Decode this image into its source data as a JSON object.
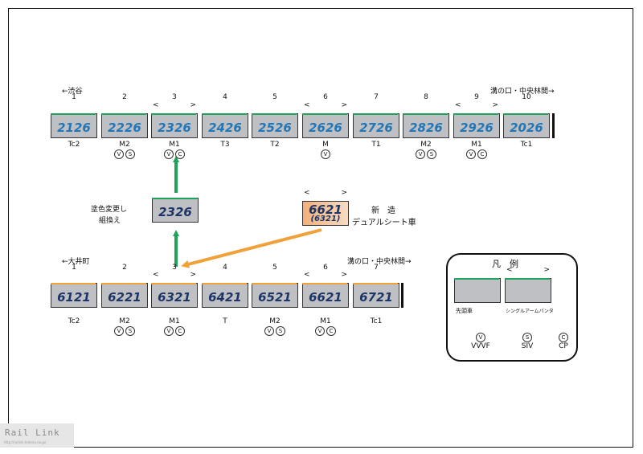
{
  "top": {
    "dir_left": "←渋谷",
    "dir_right": "溝の口・中央林間→",
    "cars": [
      {
        "pos": "1",
        "num": "2126",
        "type": "Tc2",
        "eq": [],
        "pan": false
      },
      {
        "pos": "2",
        "num": "2226",
        "type": "M2",
        "eq": [
          "V",
          "S"
        ],
        "pan": false
      },
      {
        "pos": "3",
        "num": "2326",
        "type": "M1",
        "eq": [
          "V",
          "C"
        ],
        "pan": true
      },
      {
        "pos": "4",
        "num": "2426",
        "type": "T3",
        "eq": [],
        "pan": false
      },
      {
        "pos": "5",
        "num": "2526",
        "type": "T2",
        "eq": [],
        "pan": false
      },
      {
        "pos": "6",
        "num": "2626",
        "type": "M",
        "eq": [
          "V"
        ],
        "pan": true
      },
      {
        "pos": "7",
        "num": "2726",
        "type": "T1",
        "eq": [],
        "pan": false
      },
      {
        "pos": "8",
        "num": "2826",
        "type": "M2",
        "eq": [
          "V",
          "S"
        ],
        "pan": false
      },
      {
        "pos": "9",
        "num": "2926",
        "type": "M1",
        "eq": [
          "V",
          "C"
        ],
        "pan": true
      },
      {
        "pos": "10",
        "num": "2026",
        "type": "Tc1",
        "eq": [],
        "pan": false
      }
    ]
  },
  "bottom": {
    "dir_left": "←大井町",
    "dir_right": "溝の口・中央林間→",
    "cars": [
      {
        "pos": "1",
        "num": "6121",
        "type": "Tc2",
        "eq": [],
        "pan": false
      },
      {
        "pos": "2",
        "num": "6221",
        "type": "M2",
        "eq": [
          "V",
          "S"
        ],
        "pan": false
      },
      {
        "pos": "3",
        "num": "6321",
        "type": "M1",
        "eq": [
          "V",
          "C"
        ],
        "pan": true
      },
      {
        "pos": "4",
        "num": "6421",
        "type": "T",
        "eq": [],
        "pan": false
      },
      {
        "pos": "5",
        "num": "6521",
        "type": "M2",
        "eq": [
          "V",
          "S"
        ],
        "pan": false
      },
      {
        "pos": "6",
        "num": "6621",
        "type": "M1",
        "eq": [
          "V",
          "C"
        ],
        "pan": true
      },
      {
        "pos": "7",
        "num": "6721",
        "type": "Tc1",
        "eq": [],
        "pan": false
      }
    ]
  },
  "middle": {
    "repaint_label1": "塗色変更し",
    "repaint_label2": "組換え",
    "repaint_num": "2326",
    "new_num": "6621",
    "new_sub": "(6321)",
    "new_label1": "新　造",
    "new_label2": "デュアルシート車"
  },
  "legend": {
    "title": "凡　例",
    "lead_car": "先頭車",
    "pantograph": "シングルアームパンタ",
    "vvvf": "VVVF",
    "siv": "SIV",
    "cp": "CP"
  },
  "symbols": {
    "V": "V",
    "S": "S",
    "C": "C"
  },
  "watermark": {
    "brand": "Rail Link",
    "url": "http://railink.hatena.ne.jp/"
  },
  "colors": {
    "green": "#1fa35a",
    "orange": "#f0a13a",
    "blue_num": "#2277b8"
  }
}
